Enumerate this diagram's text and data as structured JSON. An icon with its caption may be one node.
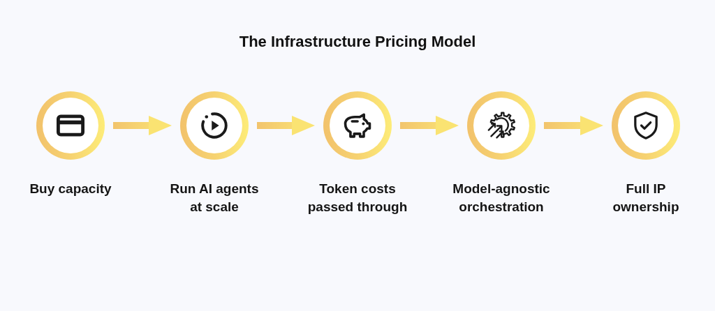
{
  "diagram": {
    "title": "The Infrastructure Pricing Model",
    "nodes": [
      {
        "text": [],
        "shape": "circle",
        "beside": [
          "Buy capacity"
        ]
      },
      {
        "text": [],
        "shape": "circle",
        "beside": [
          "Run AI agents at scale"
        ]
      },
      {
        "text": [],
        "shape": "circle",
        "beside": [
          "Token costs passed through"
        ]
      },
      {
        "text": [],
        "shape": "circle",
        "beside": [
          "Model-agnostic orchestration"
        ]
      },
      {
        "text": [],
        "shape": "circle",
        "beside": [
          "Full IP ownership"
        ]
      }
    ],
    "edges": [
      {
        "from": 0,
        "to": 1,
        "arrow": "to"
      },
      {
        "from": 1,
        "to": 2,
        "arrow": "to"
      },
      {
        "from": 2,
        "to": 3,
        "arrow": "to"
      },
      {
        "from": 3,
        "to": 4,
        "arrow": "to"
      }
    ]
  }
}
